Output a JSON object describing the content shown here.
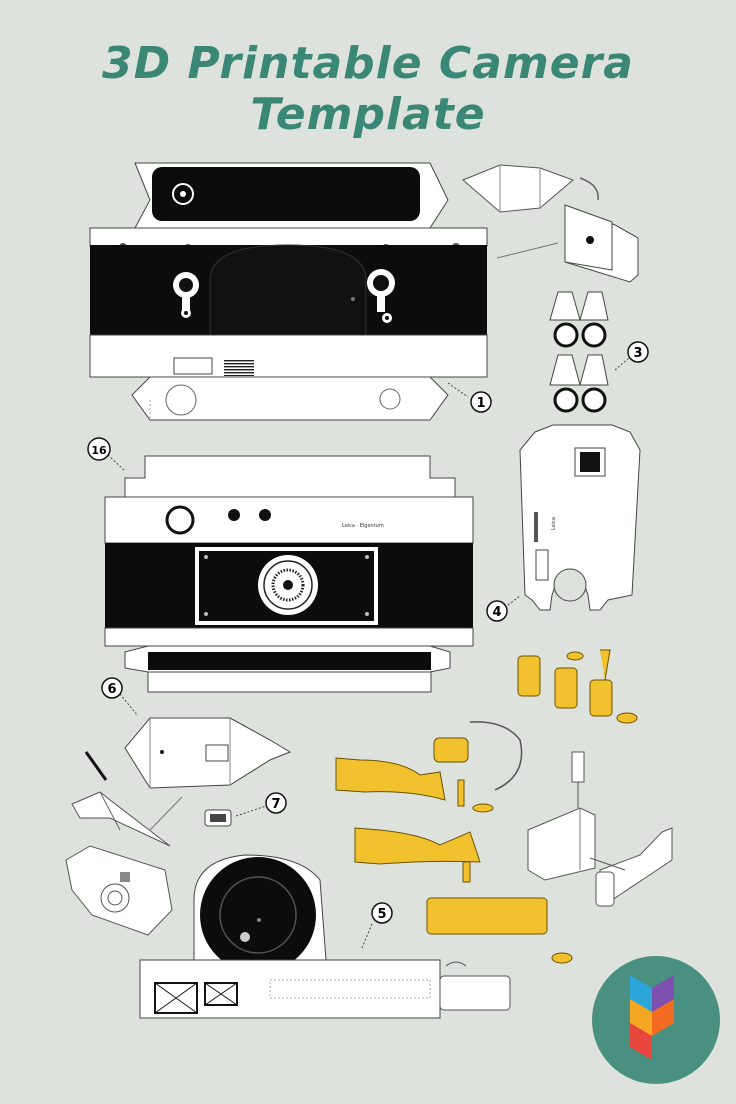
{
  "title": "3D Printable Camera Template",
  "colors": {
    "background": "#dde3dc",
    "title": "#3b8775",
    "film_yellow": "#f2c12e",
    "logo_circle": "#4a9080"
  },
  "callouts": {
    "n1": "1",
    "n3": "3",
    "n4": "4",
    "n5": "5",
    "n6": "6",
    "n7": "7",
    "n16": "16"
  },
  "panel_text": {
    "brand_small": "Leica · Elgentum",
    "leica_logo": "Leica"
  },
  "logo": {
    "icon": "colorful-p-logo-icon"
  }
}
